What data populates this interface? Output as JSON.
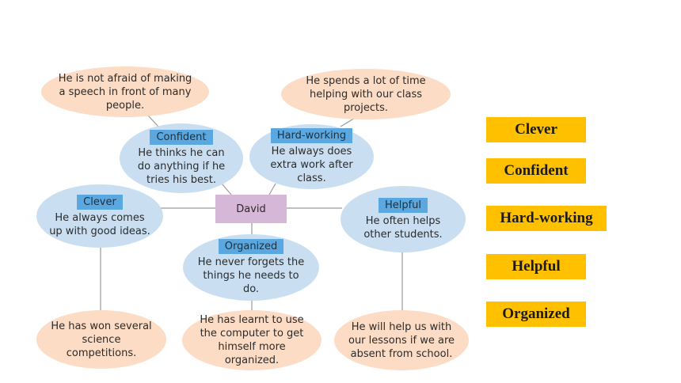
{
  "center": "David",
  "traits": [
    {
      "tag": "Confident",
      "text": "He thinks he can do anything if he tries his best."
    },
    {
      "tag": "Hard-working",
      "text": "He always does extra work after class."
    },
    {
      "tag": "Clever",
      "text": "He always comes up with good ideas."
    },
    {
      "tag": "Helpful",
      "text": "He often helps other students."
    },
    {
      "tag": "Organized",
      "text": "He never forgets the things he needs to do."
    }
  ],
  "examples": [
    "He is not afraid of making a speech in front of many people.",
    "He spends a lot of time helping with our class projects.",
    "He has won several science competitions.",
    "He has learnt to use the computer to get himself more organized.",
    "He will help us with our lessons if we are absent from school."
  ],
  "word_bank": [
    "Clever",
    "Confident",
    "Hard-working",
    "Helpful",
    "Organized"
  ],
  "colors": {
    "trait_bubble": "#c9dff1",
    "example_bubble": "#fcdcc4",
    "tag": "#5aa8df",
    "center": "#d7b7d7",
    "word_box": "#ffc000",
    "connector": "#9a9a9a"
  }
}
